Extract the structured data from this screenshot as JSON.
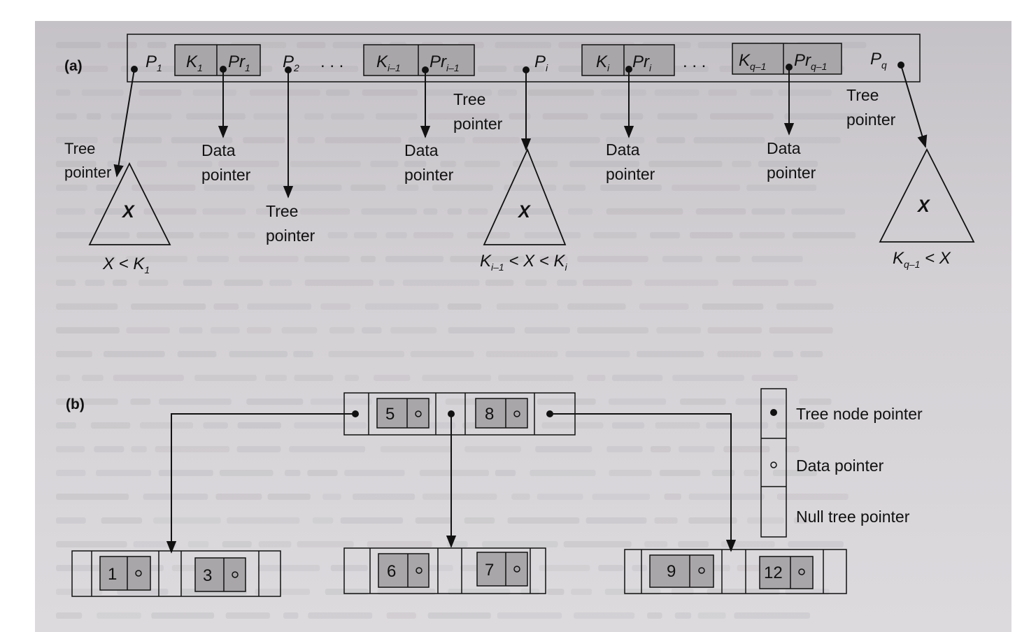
{
  "figure_a": {
    "panel_label": "(a)",
    "node": {
      "p1": "P",
      "p1_sub": "1",
      "k1": "K",
      "k1_sub": "1",
      "pr1": "Pr",
      "pr1_sub": "1",
      "p2": "P",
      "p2_sub": "2",
      "ellipsis": ". . .",
      "ki_minus_1": "K",
      "ki_minus_1_sub": "i–1",
      "pri_minus_1": "Pr",
      "pri_minus_1_sub": "i–1",
      "pi": "P",
      "pi_sub": "i",
      "ki": "K",
      "ki_sub": "i",
      "pri": "Pr",
      "pri_sub": "i",
      "kq_minus_1": "K",
      "kq_minus_1_sub": "q–1",
      "prq_minus_1": "Pr",
      "prq_minus_1_sub": "q–1",
      "pq": "P",
      "pq_sub": "q"
    },
    "labels": {
      "tree_pointer": [
        "Tree",
        "pointer"
      ],
      "data_pointer": [
        "Data",
        "pointer"
      ]
    },
    "subtrees": [
      {
        "symbol": "X",
        "condition": [
          "X",
          " < ",
          "K",
          "1"
        ]
      },
      {
        "symbol": "X",
        "condition": [
          "K",
          "i–1",
          " < ",
          "X",
          " < ",
          "K",
          "i"
        ]
      },
      {
        "symbol": "X",
        "condition": [
          "K",
          "q–1",
          " < ",
          "X"
        ]
      }
    ]
  },
  "figure_b": {
    "panel_label": "(b)",
    "root_keys": [
      "5",
      "8"
    ],
    "leaf_nodes": [
      [
        "1",
        "3"
      ],
      [
        "6",
        "7"
      ],
      [
        "9",
        "12"
      ]
    ],
    "legend": {
      "tree_node_pointer": "Tree node pointer",
      "data_pointer": "Data pointer",
      "null_tree_pointer": "Null tree pointer"
    }
  },
  "colors": {
    "page": "#cfccd0",
    "key_box": "#a9a6a9",
    "line": "#111111"
  }
}
